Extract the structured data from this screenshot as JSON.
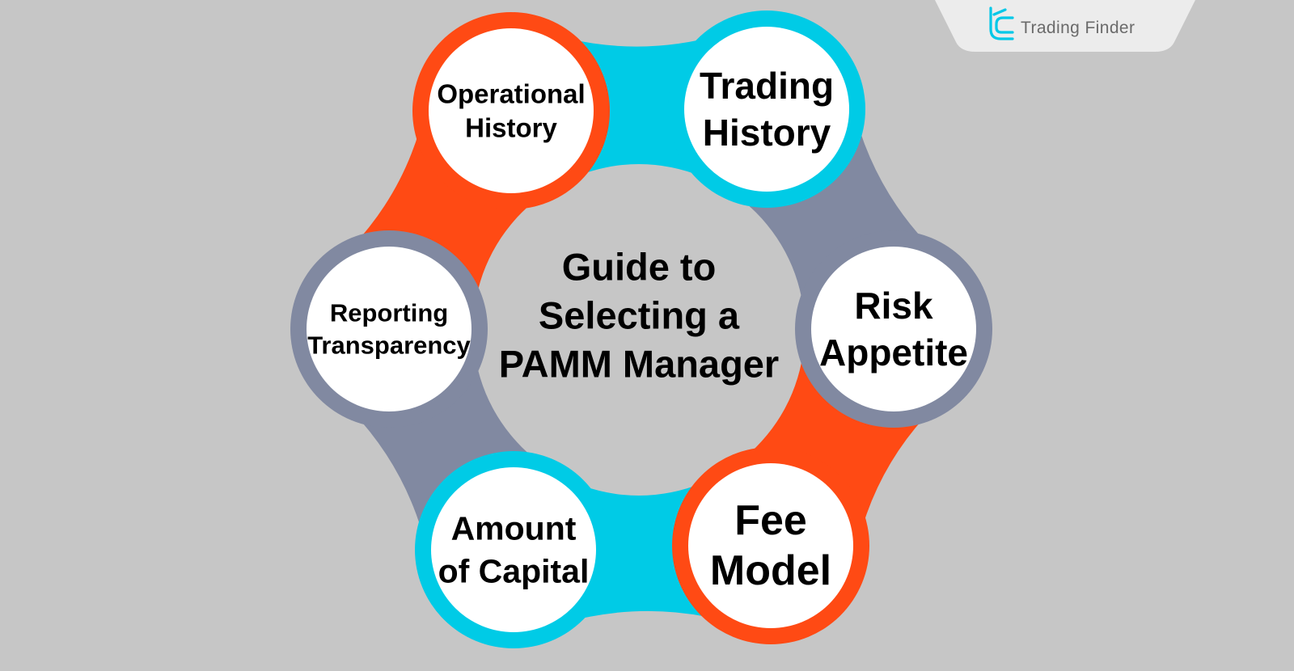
{
  "brand": {
    "name": "Trading Finder",
    "logo_icon": "tf-logo-icon",
    "accent_color": "#00c8e8"
  },
  "center": {
    "lines": [
      "Guide to",
      "Selecting a",
      "PAMM Manager"
    ]
  },
  "nodes": [
    {
      "id": "operational-history",
      "lines": [
        "Operational",
        "History"
      ],
      "ring_color": "#ff4a14"
    },
    {
      "id": "trading-history",
      "lines": [
        "Trading",
        "History"
      ],
      "ring_color": "#00cbe6"
    },
    {
      "id": "risk-appetite",
      "lines": [
        "Risk",
        "Appetite"
      ],
      "ring_color": "#8189a1"
    },
    {
      "id": "fee-model",
      "lines": [
        "Fee",
        "Model"
      ],
      "ring_color": "#ff4a14"
    },
    {
      "id": "amount-of-capital",
      "lines": [
        "Amount",
        "of Capital"
      ],
      "ring_color": "#00cbe6"
    },
    {
      "id": "reporting-transparency",
      "lines": [
        "Reporting",
        "Transparency"
      ],
      "ring_color": "#8189a1"
    }
  ],
  "connectors": [
    {
      "from": "operational-history",
      "to": "trading-history",
      "color": "#00cbe6"
    },
    {
      "from": "trading-history",
      "to": "risk-appetite",
      "color": "#8189a1"
    },
    {
      "from": "risk-appetite",
      "to": "fee-model",
      "color": "#ff4a14"
    },
    {
      "from": "fee-model",
      "to": "amount-of-capital",
      "color": "#00cbe6"
    },
    {
      "from": "amount-of-capital",
      "to": "reporting-transparency",
      "color": "#8189a1"
    },
    {
      "from": "reporting-transparency",
      "to": "operational-history",
      "color": "#ff4a14"
    }
  ],
  "background_color": "#c6c6c6"
}
